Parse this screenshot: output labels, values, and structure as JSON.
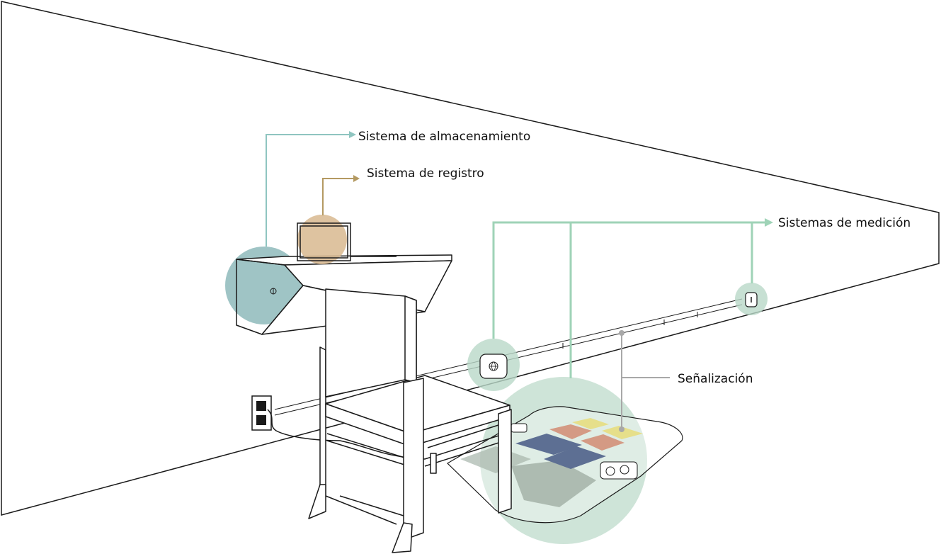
{
  "labels": {
    "storage": "Sistema de almacenamiento",
    "registry": "Sistema de registro",
    "measurement": "Sistemas de medición",
    "signage": "Señalización"
  },
  "colors": {
    "teal_highlight": "#7fb0b2",
    "sand_highlight": "#d8b98f",
    "mint_highlight": "#b9d8c8",
    "storage_callout": "#8fc5c0",
    "registry_callout": "#b49a62",
    "measurement_callout": "#9fd3b7",
    "signage_callout": "#a8a8a8",
    "mat_yellow": "#e6df8a",
    "mat_orange": "#d49a84",
    "mat_blue": "#5d6f93",
    "mat_gray": "#a7b5ab",
    "line": "#1a1a1a"
  },
  "icons": [
    "globe-icon",
    "outlet-icon",
    "sensor-icon",
    "chair-icon",
    "shelf-icon",
    "monitor-icon",
    "floor-mat-icon"
  ]
}
